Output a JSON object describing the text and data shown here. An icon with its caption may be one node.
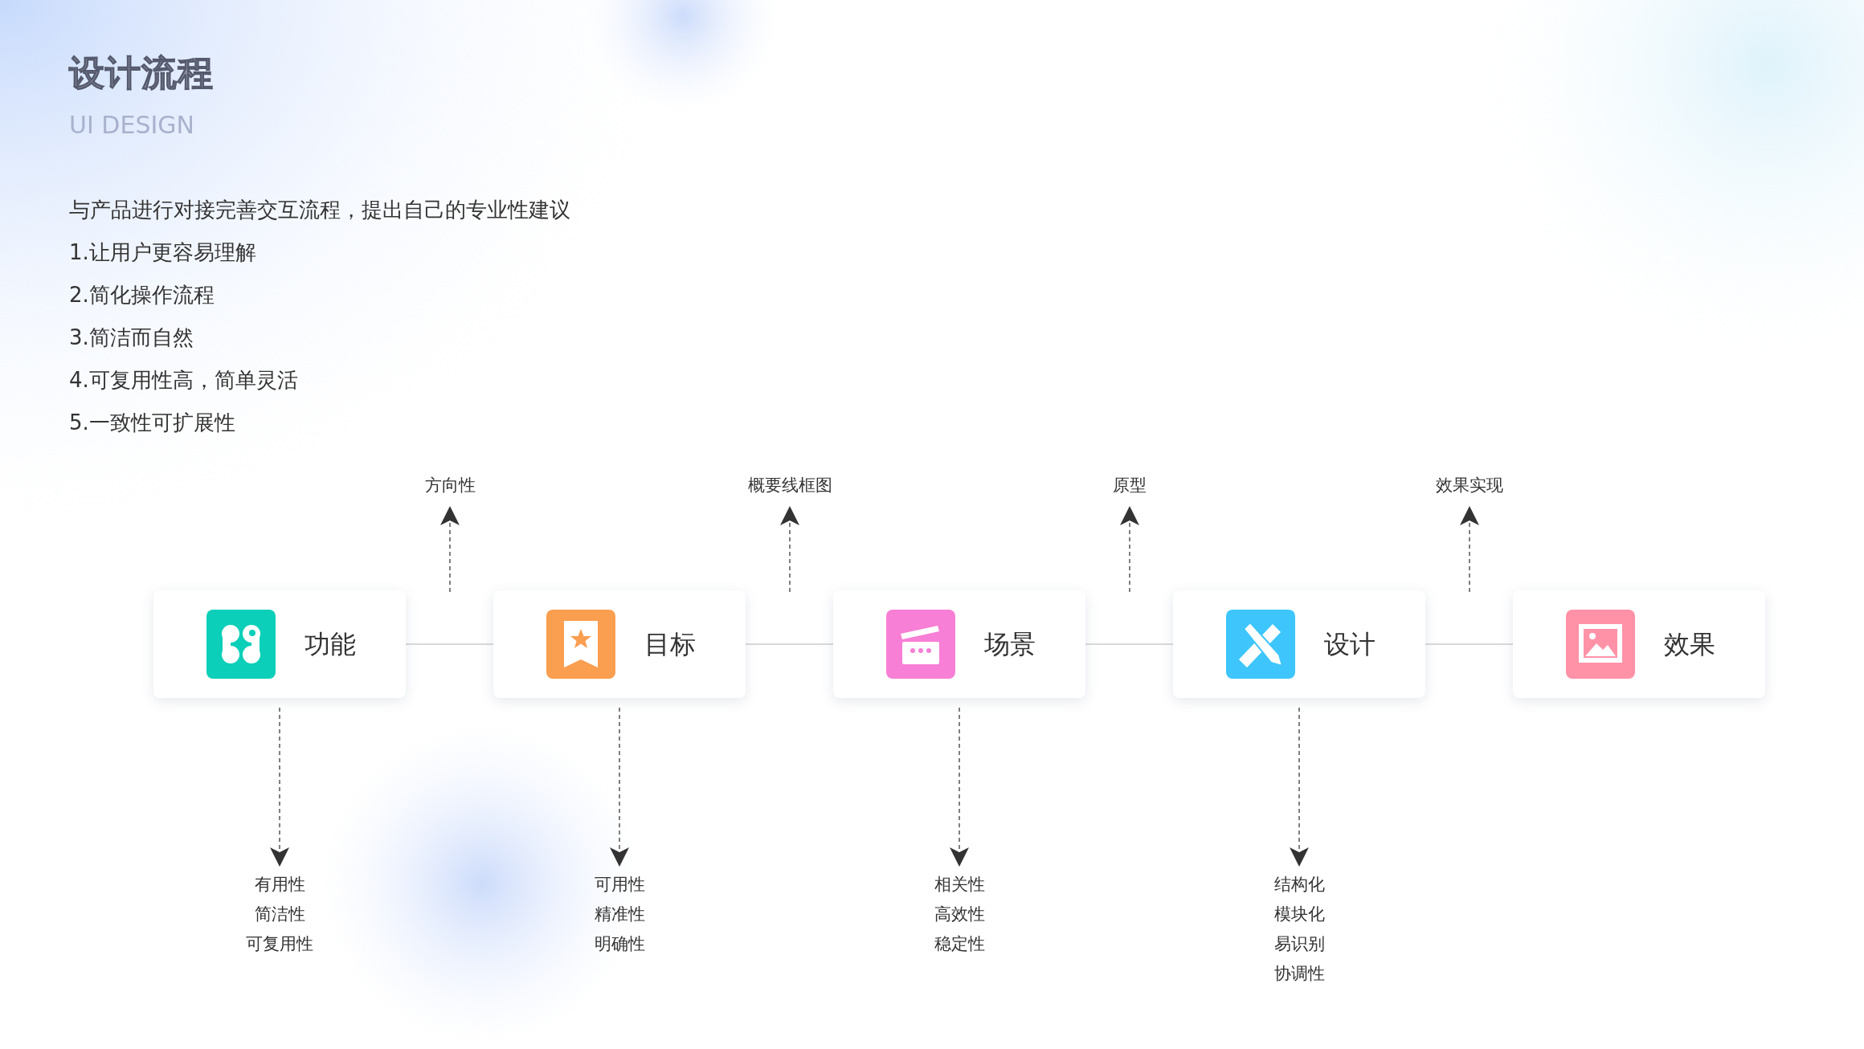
{
  "diagram": {
    "title": "设计流程",
    "nodes": [
      {
        "text": [
          "功能"
        ]
      },
      {
        "text": [
          "目标"
        ]
      },
      {
        "text": [
          "场景"
        ]
      },
      {
        "text": [
          "设计"
        ]
      },
      {
        "text": [
          "效果"
        ]
      },
      {
        "text": [
          "方向性"
        ]
      },
      {
        "text": [
          "概要线框图"
        ]
      },
      {
        "text": [
          "原型"
        ]
      },
      {
        "text": [
          "效果实现"
        ]
      },
      {
        "text": [
          "有用性",
          "简洁性",
          "可复用性"
        ]
      },
      {
        "text": [
          "可用性",
          "精准性",
          "明确性"
        ]
      },
      {
        "text": [
          "相关性",
          "高效性",
          "稳定性"
        ]
      },
      {
        "text": [
          "结构化",
          "模块化",
          "易识别",
          "协调性"
        ]
      }
    ],
    "edges": [
      {
        "from": 0,
        "to": 1,
        "arrow": "none",
        "color": "#d9d9d9"
      },
      {
        "from": 1,
        "to": 2,
        "arrow": "none",
        "color": "#d9d9d9"
      },
      {
        "from": 2,
        "to": 3,
        "arrow": "none",
        "color": "#d9d9d9"
      },
      {
        "from": 3,
        "to": 4,
        "arrow": "none",
        "color": "#d9d9d9"
      },
      {
        "from": null,
        "to": 5,
        "arrow": "to",
        "style": "dashed"
      },
      {
        "from": null,
        "to": 6,
        "arrow": "to",
        "style": "dashed"
      },
      {
        "from": null,
        "to": 7,
        "arrow": "to",
        "style": "dashed"
      },
      {
        "from": null,
        "to": 8,
        "arrow": "to",
        "style": "dashed"
      },
      {
        "from": 0,
        "to": 9,
        "arrow": "to",
        "style": "dashed"
      },
      {
        "from": 1,
        "to": 10,
        "arrow": "to",
        "style": "dashed"
      },
      {
        "from": 2,
        "to": 11,
        "arrow": "to",
        "style": "dashed"
      },
      {
        "from": 3,
        "to": 12,
        "arrow": "to",
        "style": "dashed"
      }
    ],
    "labels": [
      "UI DESIGN",
      "与产品进行对接完善交互流程，提出自己的专业性建议",
      "1.让用户更容易理解",
      "2.简化操作流程",
      "3.简洁而自然",
      "4.可复用性高，简单灵活",
      "5.一致性可扩展性"
    ]
  }
}
